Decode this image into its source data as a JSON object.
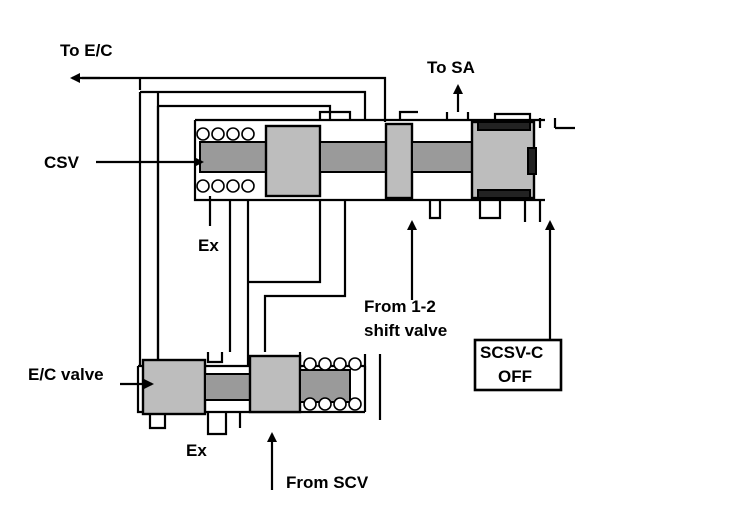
{
  "labels": {
    "to_ec": "To E/C",
    "to_sa": "To SA",
    "csv": "CSV",
    "ex_top": "Ex",
    "from_12_line1": "From 1-2",
    "from_12_line2": "shift valve",
    "scsv_line1": "SCSV-C",
    "scsv_line2": "OFF",
    "ec_valve": "E/C valve",
    "ex_bottom": "Ex",
    "from_scv": "From SCV"
  },
  "colors": {
    "line": "#000000",
    "spool_fill": "#bdbdbd",
    "background": "#ffffff"
  }
}
